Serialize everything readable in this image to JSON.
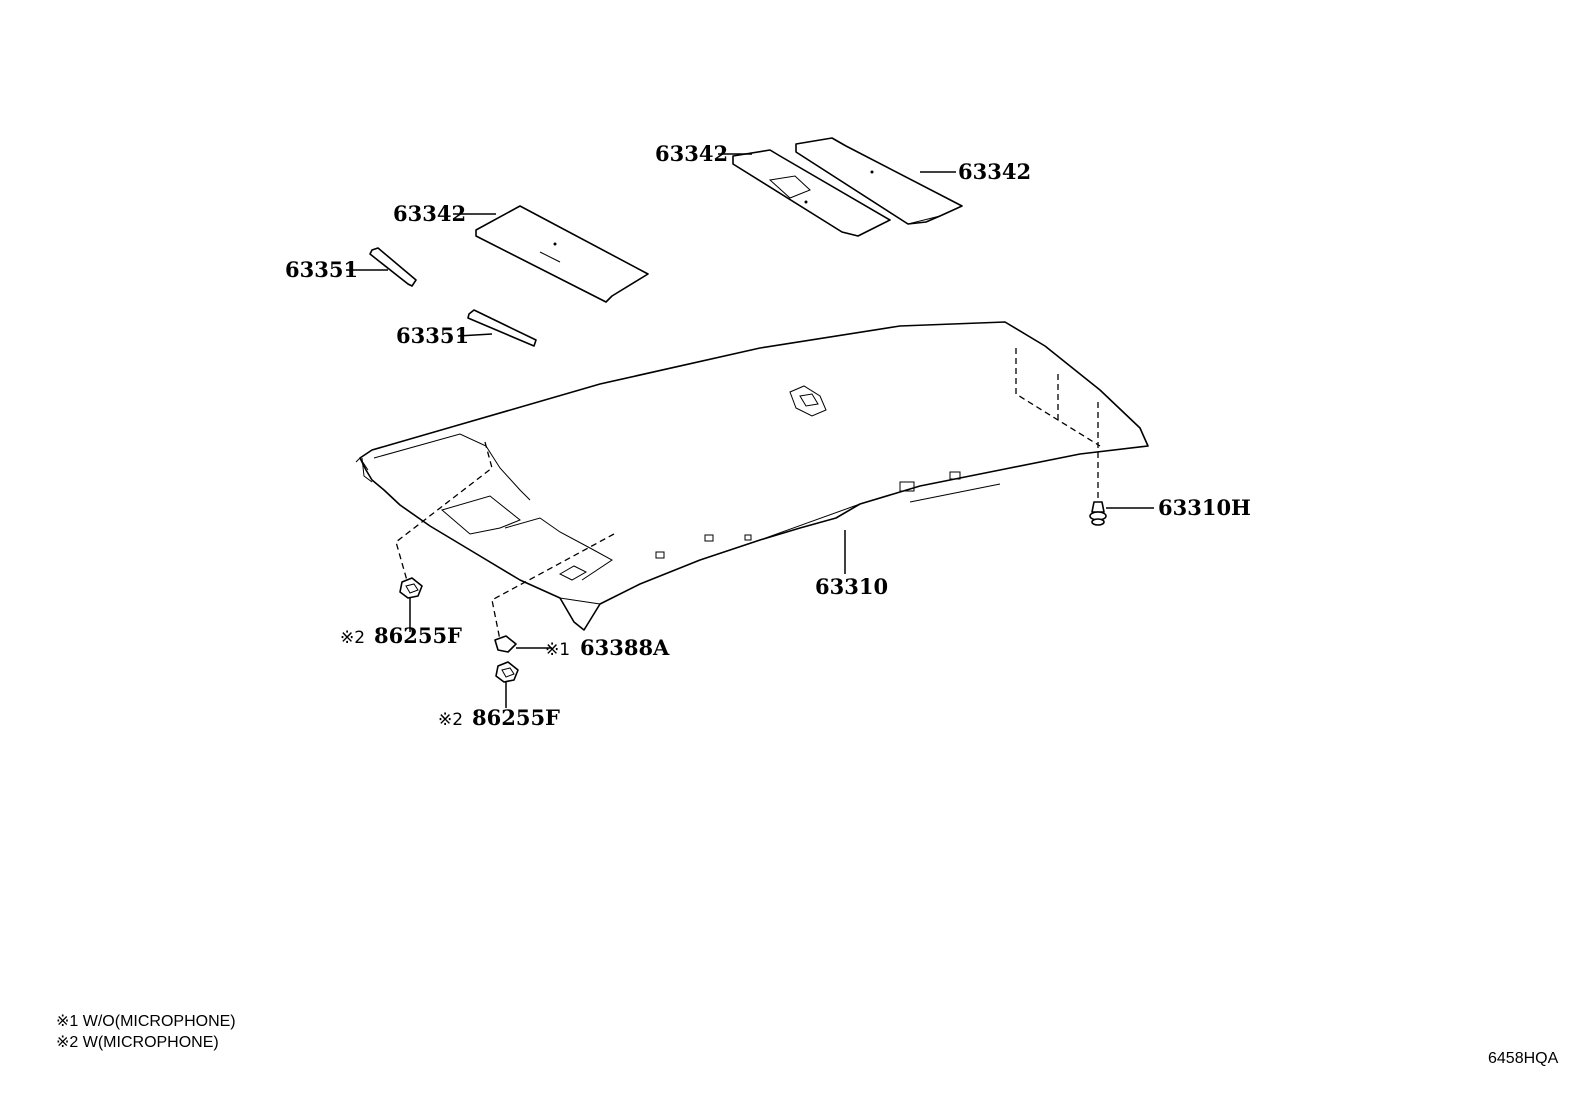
{
  "parts": {
    "pad_left": "63342",
    "pad_top_left": "63342",
    "pad_top_right": "63342",
    "strip_upper": "63351",
    "strip_lower": "63351",
    "headliner": "63310",
    "screw": "63310H",
    "clip_left": "86255F",
    "clip_lower": "86255F",
    "clip_microphone": "63388A"
  },
  "marks": {
    "note_2": "※2",
    "note_1": "※1"
  },
  "legend": {
    "note_1": "※1 W/O(MICROPHONE)",
    "note_2": "※2 W(MICROPHONE)"
  },
  "diagram_code": "6458HQA"
}
